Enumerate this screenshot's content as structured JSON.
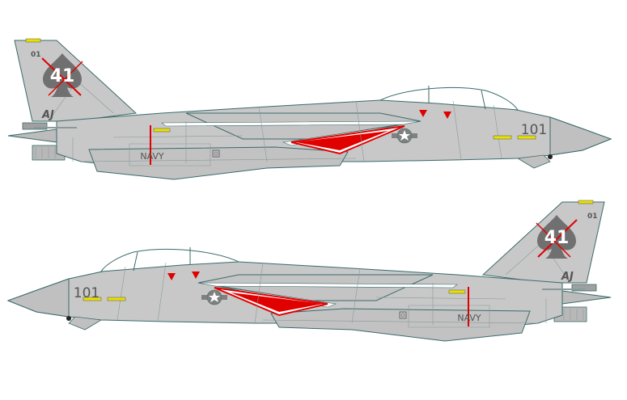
{
  "colors": {
    "background": "#ffffff",
    "fuselage": "#c8c8c8",
    "fuselage_dark": "#b4b4b4",
    "outline": "#3c6a6a",
    "panel_line": "#8a9a9a",
    "accent_red": "#e00000",
    "warning_yellow": "#e8e000",
    "marking_gray": "#606060",
    "spade_gray": "#707070",
    "white": "#ffffff"
  },
  "aircraft": [
    {
      "side": "left",
      "tail_code": "AJ",
      "modex_tail": "01",
      "squadron_number": "41",
      "service": "NAVY",
      "nose_number": "101"
    },
    {
      "side": "right",
      "tail_code": "AJ",
      "modex_tail": "01",
      "squadron_number": "41",
      "service": "NAVY",
      "nose_number": "101"
    }
  ]
}
